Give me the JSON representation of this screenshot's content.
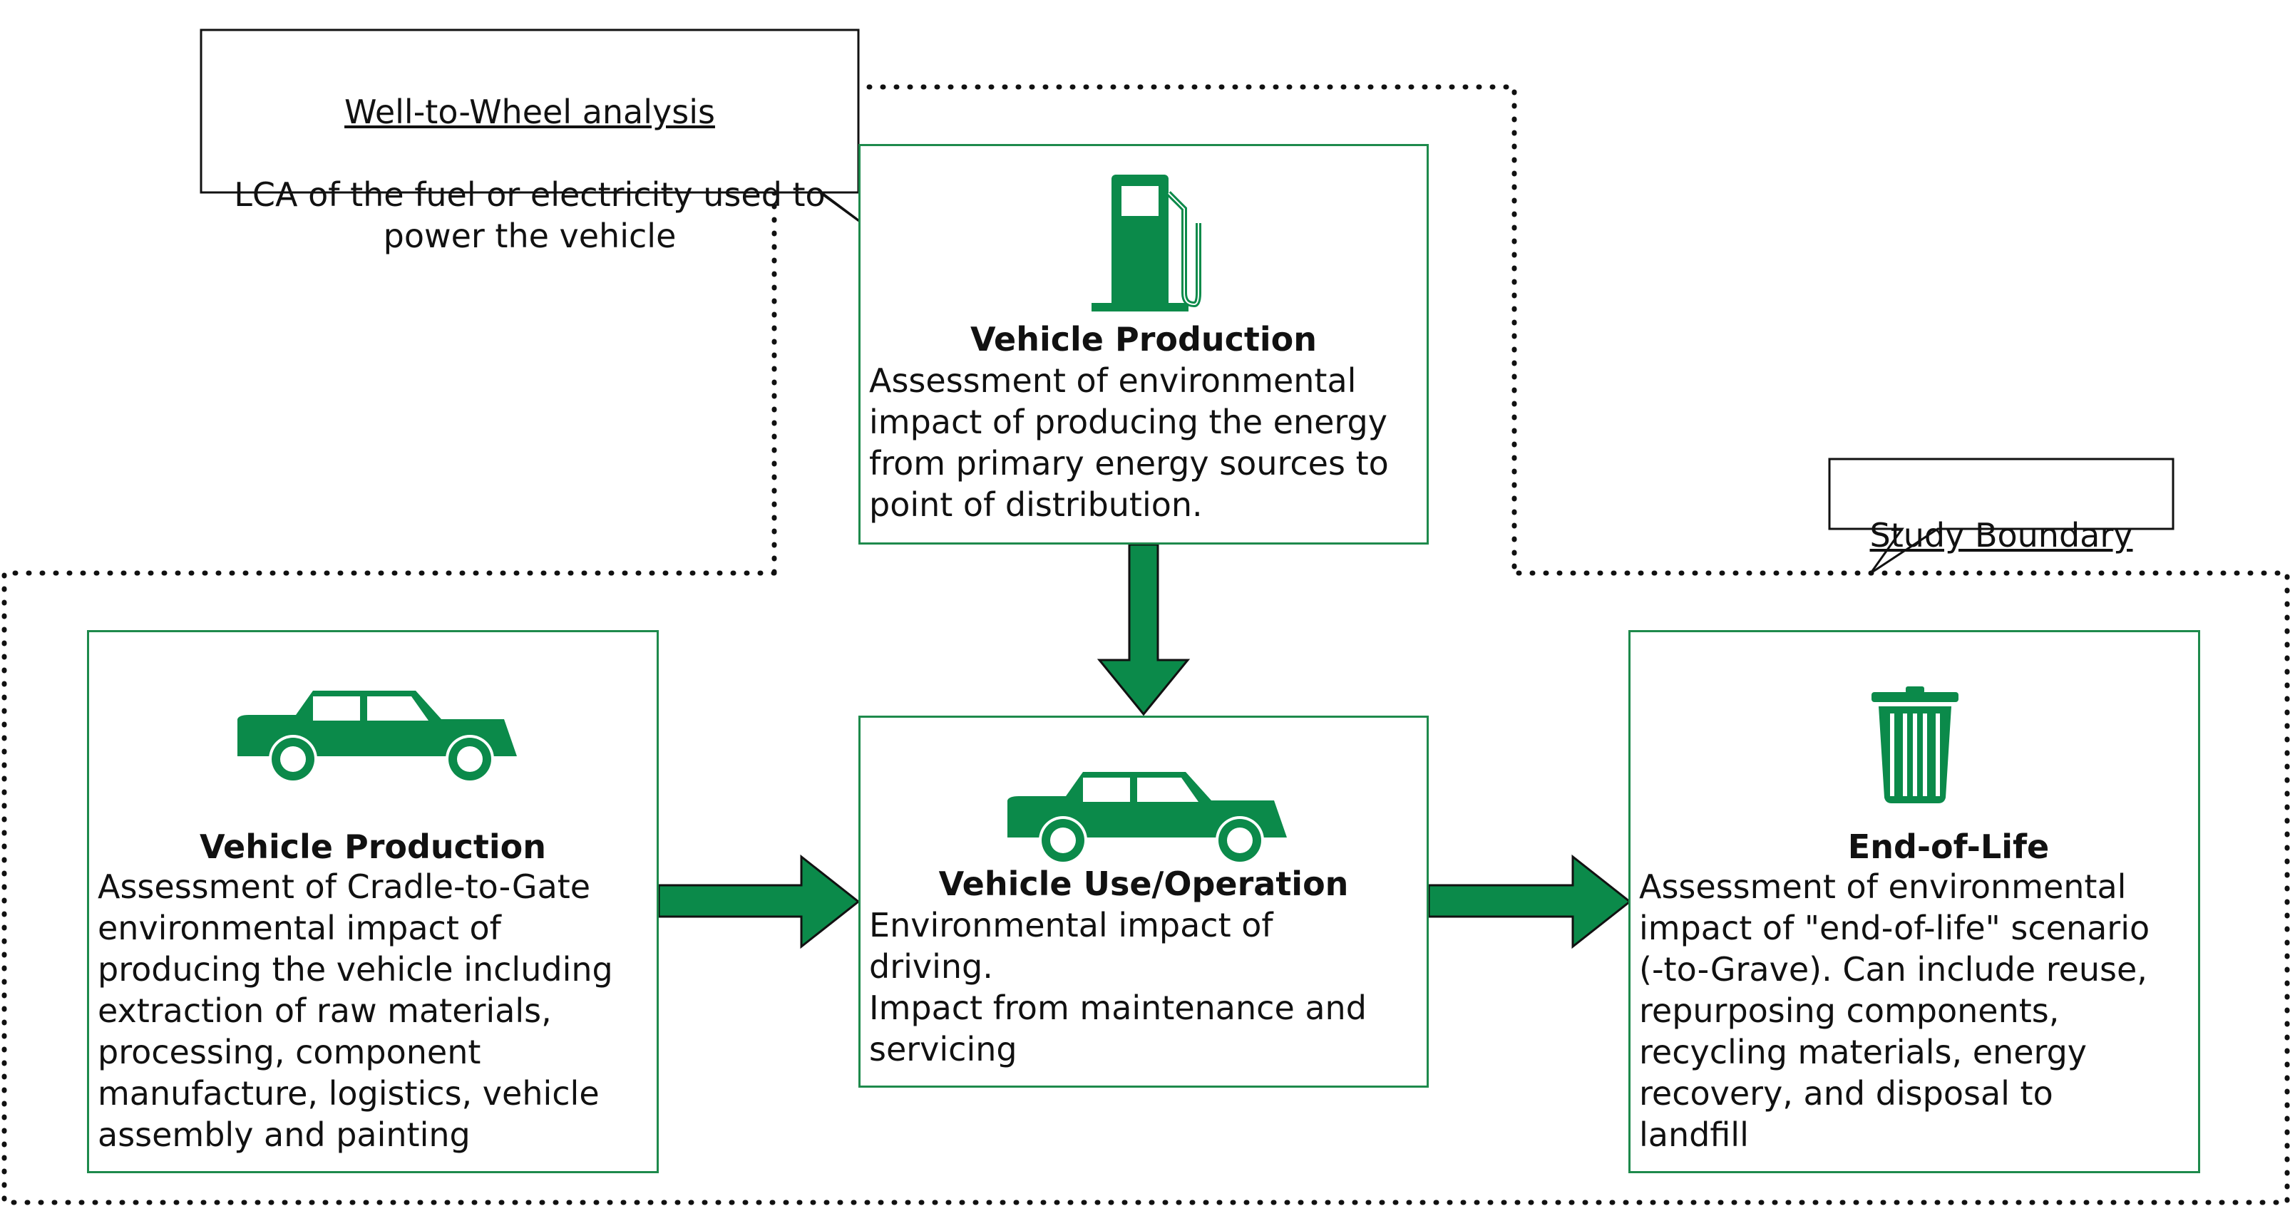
{
  "callouts": {
    "well_to_wheel": {
      "heading": "Well-to-Wheel analysis",
      "text": "LCA of the fuel or electricity used to\npower the vehicle"
    },
    "study_boundary": {
      "heading": "Study Boundary"
    }
  },
  "boxes": {
    "energy": {
      "icon": "fuel-pump-icon",
      "title": "Vehicle Production",
      "text": "Assessment of environmental\nimpact of producing the energy\nfrom primary energy sources to\npoint of distribution."
    },
    "production": {
      "icon": "car-icon",
      "title": "Vehicle Production",
      "text": "Assessment of Cradle-to-Gate\nenvironmental impact of\nproducing the vehicle including\nextraction of raw materials,\nprocessing, component\nmanufacture, logistics, vehicle\nassembly and painting"
    },
    "use": {
      "icon": "car-icon",
      "title": "Vehicle Use/Operation",
      "text": "Environmental impact of\ndriving.\nImpact from maintenance and\nservicing"
    },
    "end_of_life": {
      "icon": "trash-can-icon",
      "title": "End-of-Life",
      "text": "Assessment of environmental\nimpact of \"end-of-life\" scenario\n(-to-Grave). Can include reuse,\nrepurposing components,\nrecycling materials, energy\nrecovery, and disposal to\nlandfill"
    }
  },
  "colors": {
    "accent_green": "#1e8a4c",
    "icon_green": "#0b8a4a",
    "arrow_fill": "#0b8a4a",
    "boundary_dots": "#111111"
  }
}
